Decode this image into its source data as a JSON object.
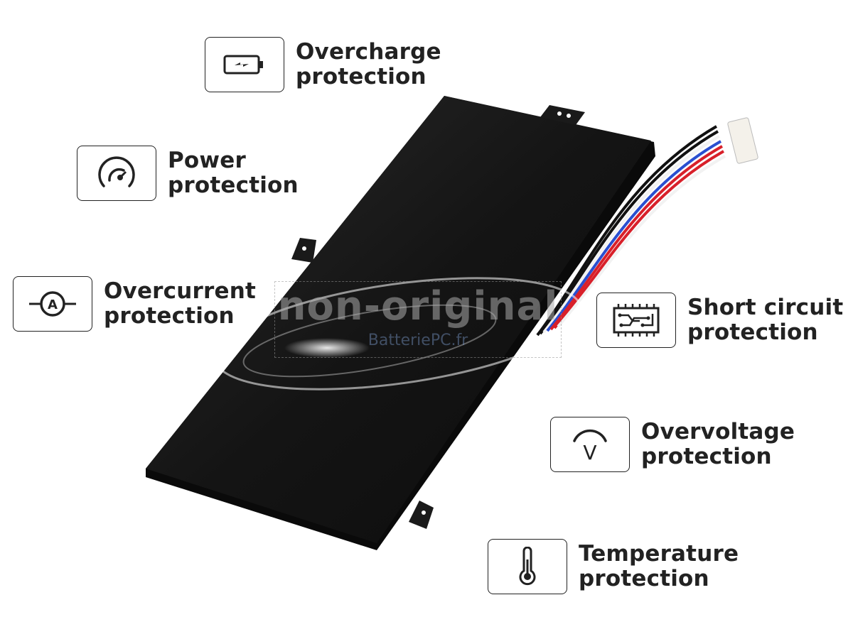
{
  "features": {
    "overcharge": {
      "line1": "Overcharge",
      "line2": "protection",
      "icon": "battery-charge-icon"
    },
    "power": {
      "line1": "Power",
      "line2": "protection",
      "icon": "gauge-icon"
    },
    "overcurrent": {
      "line1": "Overcurrent",
      "line2": "protection",
      "icon": "ammeter-icon"
    },
    "short_circuit": {
      "line1": "Short circuit",
      "line2": "protection",
      "icon": "circuit-board-icon"
    },
    "overvoltage": {
      "line1": "Overvoltage",
      "line2": "protection",
      "icon": "voltmeter-icon"
    },
    "temperature": {
      "line1": "Temperature",
      "line2": "protection",
      "icon": "thermometer-icon"
    }
  },
  "watermark": {
    "main": "non-original",
    "sub": "BatteriePC.fr"
  },
  "colors": {
    "text": "#222222",
    "battery": "#1a1a1a",
    "wire_red": "#d8202a",
    "wire_blue": "#2a4fd0",
    "wire_black": "#111111",
    "wire_white": "#f2f2f2"
  }
}
